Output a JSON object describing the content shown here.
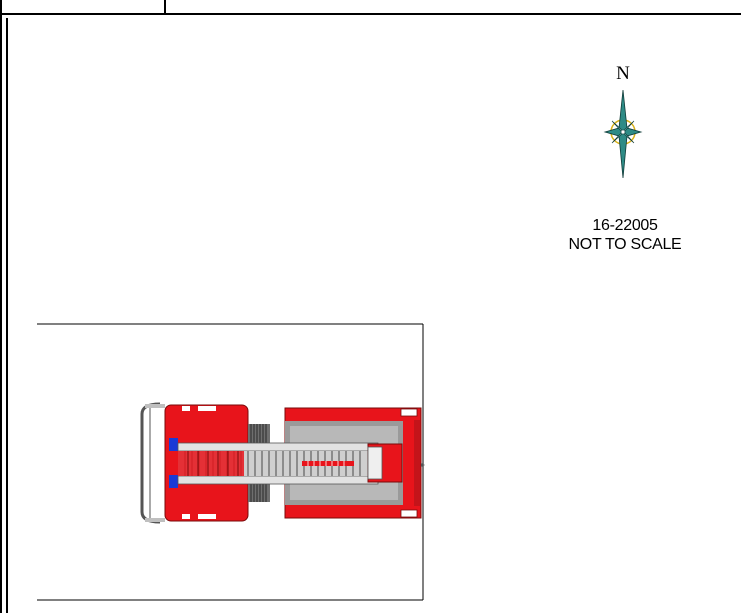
{
  "compass": {
    "north_label": "N",
    "icon": "compass-rose-icon",
    "colors": {
      "rose": "#2e8b86",
      "ring": "#d9b21a"
    }
  },
  "caption": {
    "reference": "16-22005",
    "scale_note": "NOT TO SCALE"
  },
  "vehicle": {
    "icon": "fire-truck-top-view-icon",
    "colors": {
      "body": "#e8141b",
      "ladder": "#c8c8c8",
      "light": "#1a3ad6",
      "deck": "#8a8a8a"
    }
  }
}
